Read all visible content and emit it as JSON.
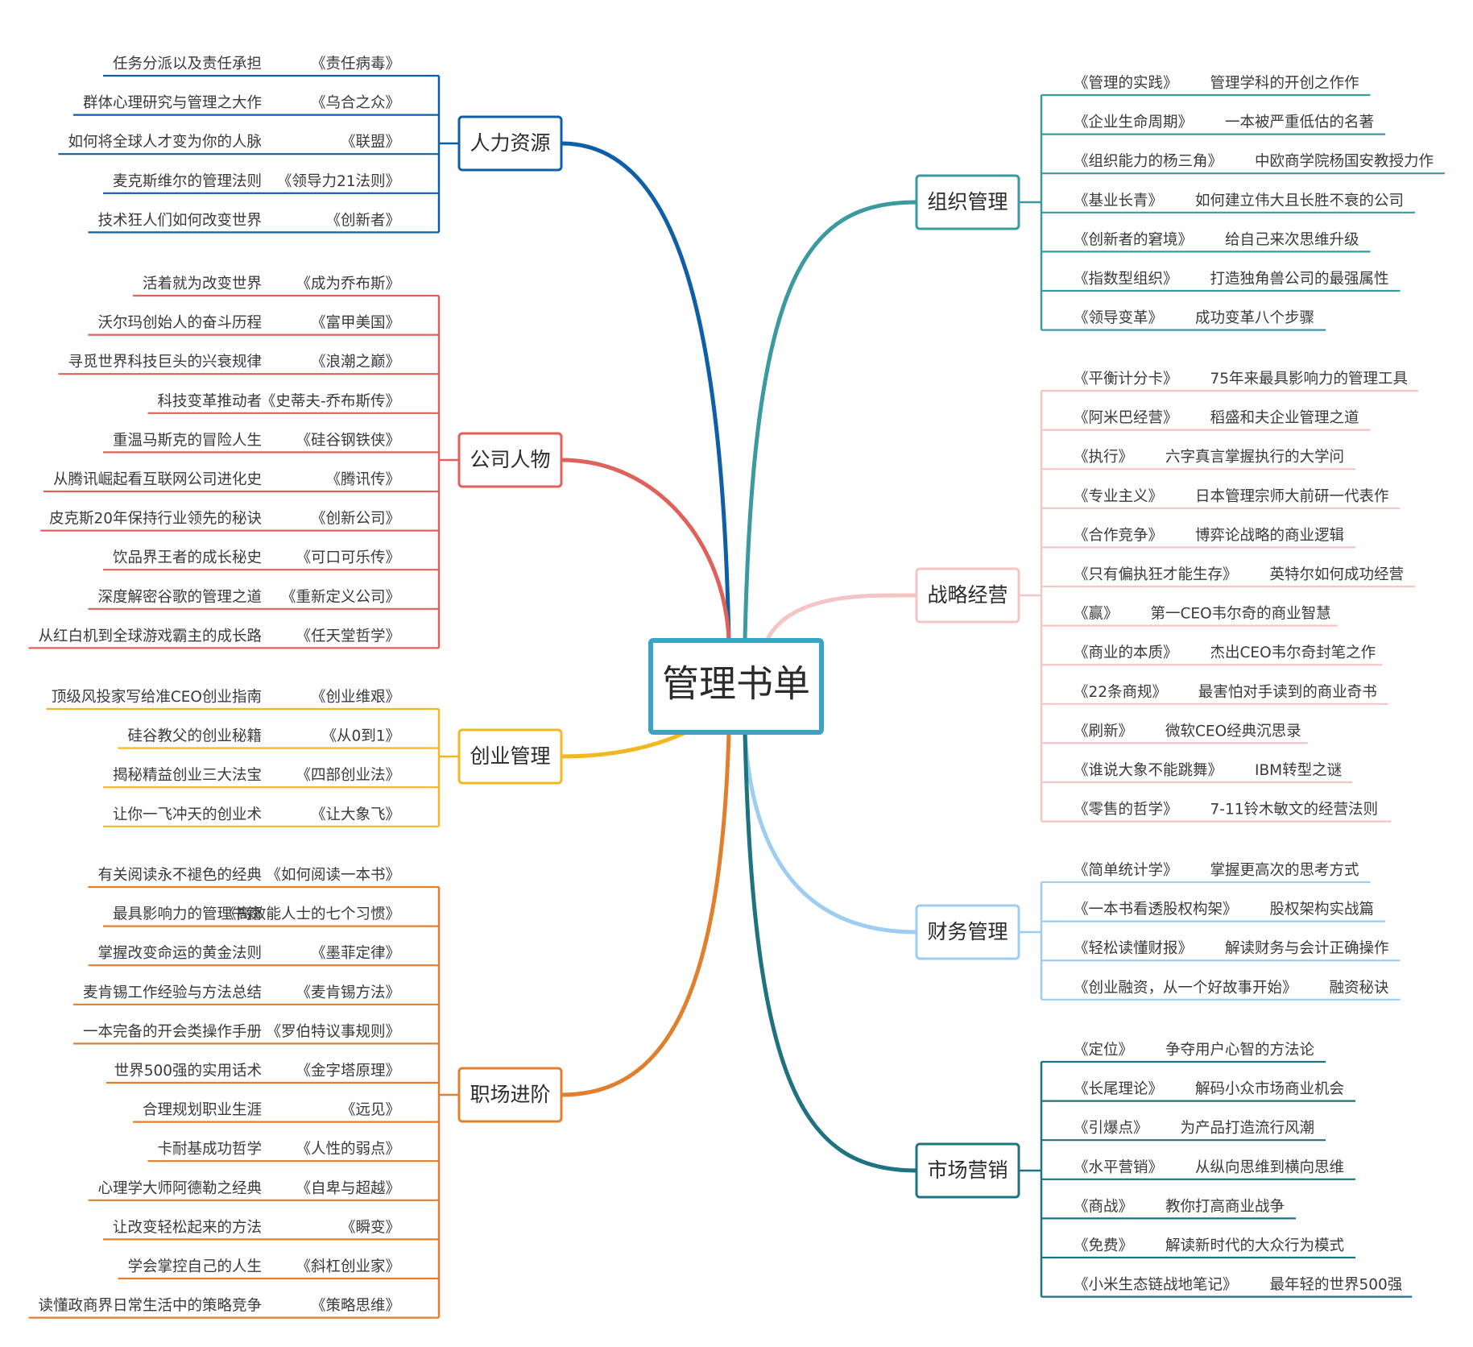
{
  "center": {
    "label": "管理书单",
    "color": "#3ba3c6"
  },
  "branches": [
    {
      "id": "hr",
      "label": "人力资源",
      "side": "left",
      "color": "#0f5fa8",
      "items": [
        {
          "book": "《责任病毒》",
          "desc": "任务分派以及责任承担"
        },
        {
          "book": "《乌合之众》",
          "desc": "群体心理研究与管理之大作"
        },
        {
          "book": "《联盟》",
          "desc": "如何将全球人才变为你的人脉"
        },
        {
          "book": "《领导力21法则》",
          "desc": "麦克斯维尔的管理法则"
        },
        {
          "book": "《创新者》",
          "desc": "技术狂人们如何改变世界"
        }
      ]
    },
    {
      "id": "people",
      "label": "公司人物",
      "side": "left",
      "color": "#e0605a",
      "items": [
        {
          "book": "《成为乔布斯》",
          "desc": "活着就为改变世界"
        },
        {
          "book": "《富甲美国》",
          "desc": "沃尔玛创始人的奋斗历程"
        },
        {
          "book": "《浪潮之巅》",
          "desc": "寻觅世界科技巨头的兴衰规律"
        },
        {
          "book": "《史蒂夫-乔布斯传》",
          "desc": "科技变革推动者"
        },
        {
          "book": "《硅谷钢铁侠》",
          "desc": "重温马斯克的冒险人生"
        },
        {
          "book": "《腾讯传》",
          "desc": "从腾讯崛起看互联网公司进化史"
        },
        {
          "book": "《创新公司》",
          "desc": "皮克斯20年保持行业领先的秘诀"
        },
        {
          "book": "《可口可乐传》",
          "desc": "饮品界王者的成长秘史"
        },
        {
          "book": "《重新定义公司》",
          "desc": "深度解密谷歌的管理之道"
        },
        {
          "book": "《任天堂哲学》",
          "desc": "从红白机到全球游戏霸主的成长路"
        }
      ]
    },
    {
      "id": "startup",
      "label": "创业管理",
      "side": "left",
      "color": "#f2b822",
      "items": [
        {
          "book": "《创业维艰》",
          "desc": "顶级风投家写给准CEO创业指南"
        },
        {
          "book": "《从0到1》",
          "desc": "硅谷教父的创业秘籍"
        },
        {
          "book": "《四部创业法》",
          "desc": "揭秘精益创业三大法宝"
        },
        {
          "book": "《让大象飞》",
          "desc": "让你一飞冲天的创业术"
        }
      ]
    },
    {
      "id": "career",
      "label": "职场进阶",
      "side": "left",
      "color": "#e0802f",
      "items": [
        {
          "book": "《如何阅读一本书》",
          "desc": "有关阅读永不褪色的经典"
        },
        {
          "book": "《高效能人士的七个习惯》",
          "desc": "最具影响力的管理书籍"
        },
        {
          "book": "《墨菲定律》",
          "desc": "掌握改变命运的黄金法则"
        },
        {
          "book": "《麦肯锡方法》",
          "desc": "麦肯锡工作经验与方法总结"
        },
        {
          "book": "《罗伯特议事规则》",
          "desc": "一本完备的开会类操作手册"
        },
        {
          "book": "《金字塔原理》",
          "desc": "世界500强的实用话术"
        },
        {
          "book": "《远见》",
          "desc": "合理规划职业生涯"
        },
        {
          "book": "《人性的弱点》",
          "desc": "卡耐基成功哲学"
        },
        {
          "book": "《自卑与超越》",
          "desc": "心理学大师阿德勒之经典"
        },
        {
          "book": "《瞬变》",
          "desc": "让改变轻松起来的方法"
        },
        {
          "book": "《斜杠创业家》",
          "desc": "学会掌控自己的人生"
        },
        {
          "book": "《策略思维》",
          "desc": "读懂政商界日常生活中的策略竞争"
        }
      ]
    },
    {
      "id": "org",
      "label": "组织管理",
      "side": "right",
      "color": "#3a9aa0",
      "items": [
        {
          "book": "《管理的实践》",
          "desc": "管理学科的开创之作作"
        },
        {
          "book": "《企业生命周期》",
          "desc": "一本被严重低估的名著"
        },
        {
          "book": "《组织能力的杨三角》",
          "desc": "中欧商学院杨国安教授力作"
        },
        {
          "book": "《基业长青》",
          "desc": "如何建立伟大且长胜不衰的公司"
        },
        {
          "book": "《创新者的窘境》",
          "desc": "给自己来次思维升级"
        },
        {
          "book": "《指数型组织》",
          "desc": "打造独角兽公司的最强属性"
        },
        {
          "book": "《领导变革》",
          "desc": "成功变革八个步骤"
        }
      ]
    },
    {
      "id": "strategy",
      "label": "战略经营",
      "side": "right",
      "color": "#f5c4c4",
      "items": [
        {
          "book": "《平衡计分卡》",
          "desc": "75年来最具影响力的管理工具"
        },
        {
          "book": "《阿米巴经营》",
          "desc": "稻盛和夫企业管理之道"
        },
        {
          "book": "《执行》",
          "desc": "六字真言掌握执行的大学问"
        },
        {
          "book": "《专业主义》",
          "desc": "日本管理宗师大前研一代表作"
        },
        {
          "book": "《合作竞争》",
          "desc": "博弈论战略的商业逻辑"
        },
        {
          "book": "《只有偏执狂才能生存》",
          "desc": "英特尔如何成功经营"
        },
        {
          "book": "《赢》",
          "desc": "第一CEO韦尔奇的商业智慧"
        },
        {
          "book": "《商业的本质》",
          "desc": "杰出CEO韦尔奇封笔之作"
        },
        {
          "book": "《22条商规》",
          "desc": "最害怕对手读到的商业奇书"
        },
        {
          "book": "《刷新》",
          "desc": "微软CEO经典沉思录"
        },
        {
          "book": "《谁说大象不能跳舞》",
          "desc": "IBM转型之谜"
        },
        {
          "book": "《零售的哲学》",
          "desc": "7-11铃木敏文的经营法则"
        }
      ]
    },
    {
      "id": "finance",
      "label": "财务管理",
      "side": "right",
      "color": "#9dcdf0",
      "items": [
        {
          "book": "《简单统计学》",
          "desc": "掌握更高次的思考方式"
        },
        {
          "book": "《一本书看透股权构架》",
          "desc": "股权架构实战篇"
        },
        {
          "book": "《轻松读懂财报》",
          "desc": "解读财务与会计正确操作"
        },
        {
          "book": "《创业融资，从一个好故事开始》",
          "desc": "融资秘诀"
        }
      ]
    },
    {
      "id": "marketing",
      "label": "市场营销",
      "side": "right",
      "color": "#1f7280",
      "items": [
        {
          "book": "《定位》",
          "desc": "争夺用户心智的方法论"
        },
        {
          "book": "《长尾理论》",
          "desc": "解码小众市场商业机会"
        },
        {
          "book": "《引爆点》",
          "desc": "为产品打造流行风潮"
        },
        {
          "book": "《水平营销》",
          "desc": "从纵向思维到横向思维"
        },
        {
          "book": "《商战》",
          "desc": "教你打高商业战争"
        },
        {
          "book": "《免费》",
          "desc": "解读新时代的大众行为模式"
        },
        {
          "book": "《小米生态链战地笔记》",
          "desc": "最年轻的世界500强"
        }
      ]
    }
  ]
}
